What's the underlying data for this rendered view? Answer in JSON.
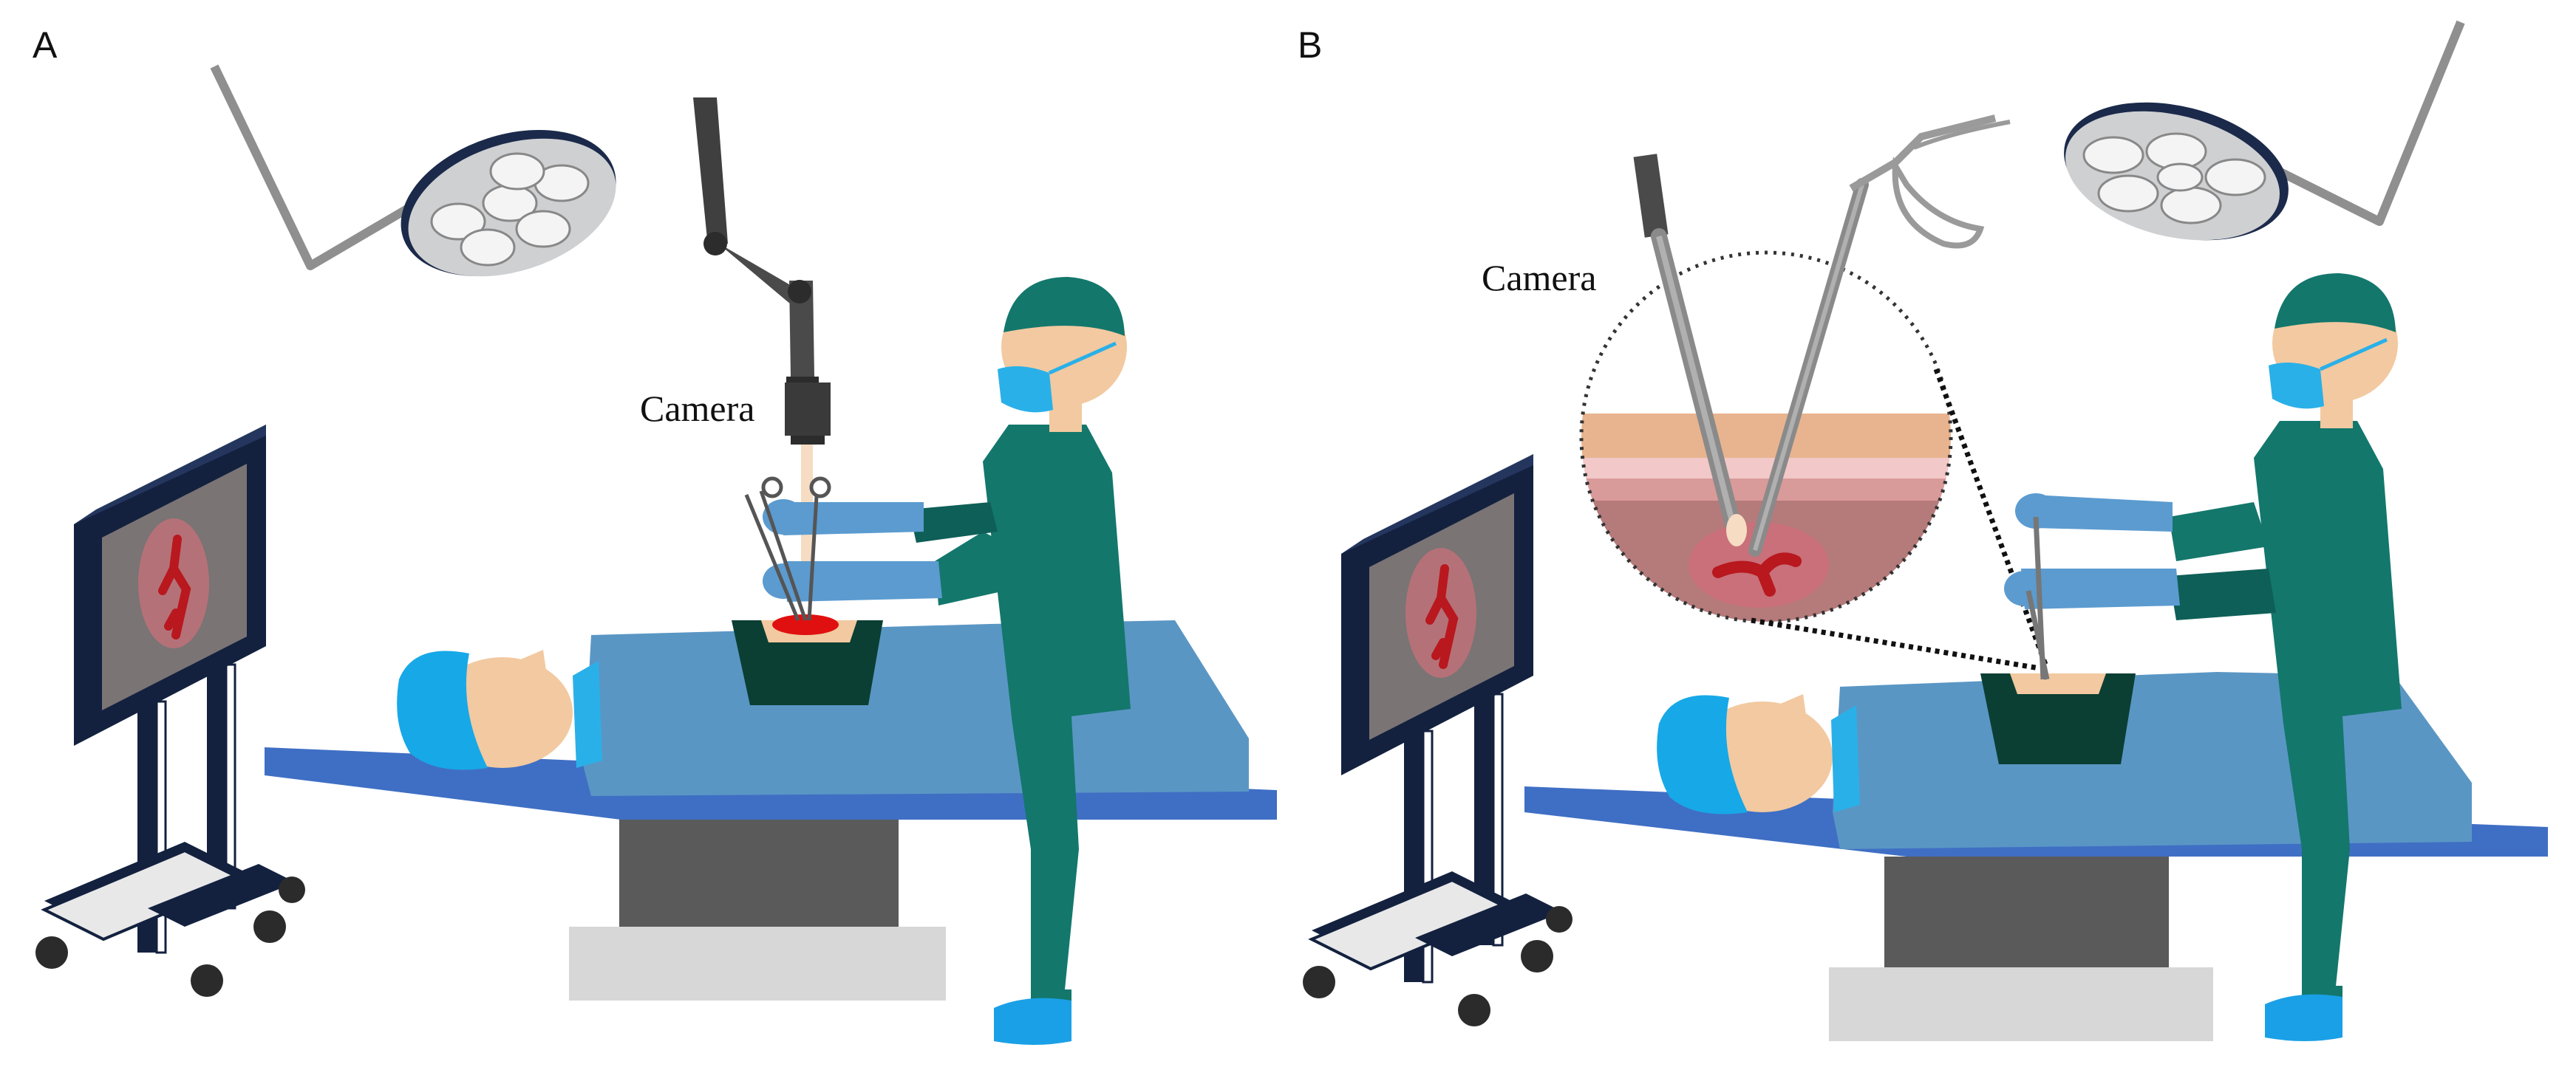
{
  "panels": [
    {
      "letter": "A",
      "camera_label": "Camera"
    },
    {
      "letter": "B",
      "camera_label": "Camera"
    }
  ],
  "colors": {
    "scrubs": "#13776c",
    "scrubs_dark": "#0e5f57",
    "gloves": "#5b9bd0",
    "drape": "#5a96c4",
    "table": "#3f6fc4",
    "shoe": "#1aa0e6",
    "cap": "#17a8e8",
    "mask": "#2ab0e8",
    "skin": "#f2c9a0",
    "opening": "#0b3f33",
    "wound": "#e01010",
    "monitor_frame": "#13213f",
    "monitor_screen": "#7a7474",
    "vessel": "#b8181e",
    "lamp_bulb": "#f4f4f4",
    "lamp_rim": "#1b2a4a"
  },
  "icons": [
    "surgical-lamp-icon",
    "exoscope-arm-icon",
    "monitor-icon",
    "surgeon-icon",
    "patient-icon",
    "endoscope-icon"
  ]
}
